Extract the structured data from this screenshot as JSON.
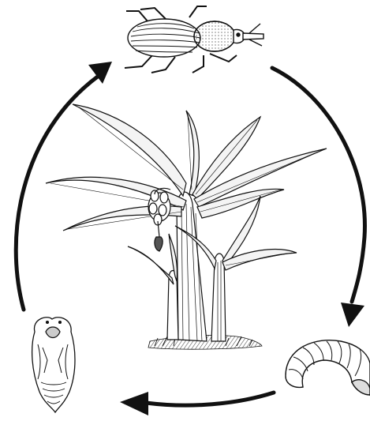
{
  "diagram": {
    "stages": [
      {
        "name": "adult-weevil"
      },
      {
        "name": "larva-grub"
      },
      {
        "name": "pupa"
      }
    ],
    "center": {
      "name": "banana-plant"
    },
    "arrows": [
      "adult-to-larva",
      "larva-to-pupa",
      "pupa-to-adult"
    ],
    "colors": {
      "ink": "#111111",
      "paper": "#ffffff",
      "shade": "#9a9a9a"
    }
  }
}
